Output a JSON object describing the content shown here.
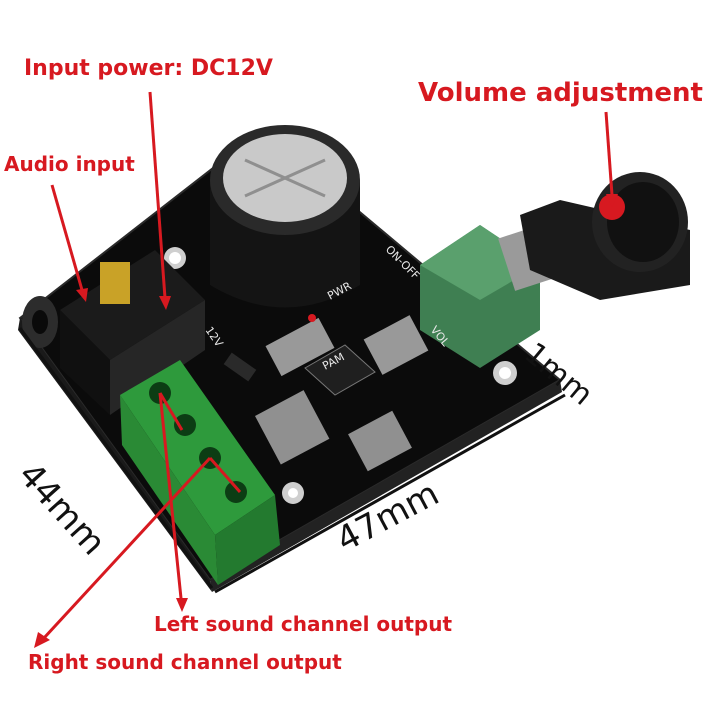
{
  "annotations": {
    "input_power": "Input power: DC12V",
    "audio_input": "Audio input",
    "volume_adjustment": "Volume adjustment",
    "left_output": "Left sound channel output",
    "right_output": "Right sound channel output"
  },
  "dimensions": {
    "height": "44mm",
    "width": "47mm",
    "thickness": "1mm"
  },
  "board_markings": {
    "switch": "ON-OFF",
    "vol": "VOL",
    "chip": "PAM",
    "power_mark": "12V",
    "pwr": "PWR"
  },
  "colors": {
    "annotation": "#d71920",
    "pcb": "#0b0b0b",
    "terminal": "#2e9a3c",
    "potentiometer": "#3f7f52"
  }
}
